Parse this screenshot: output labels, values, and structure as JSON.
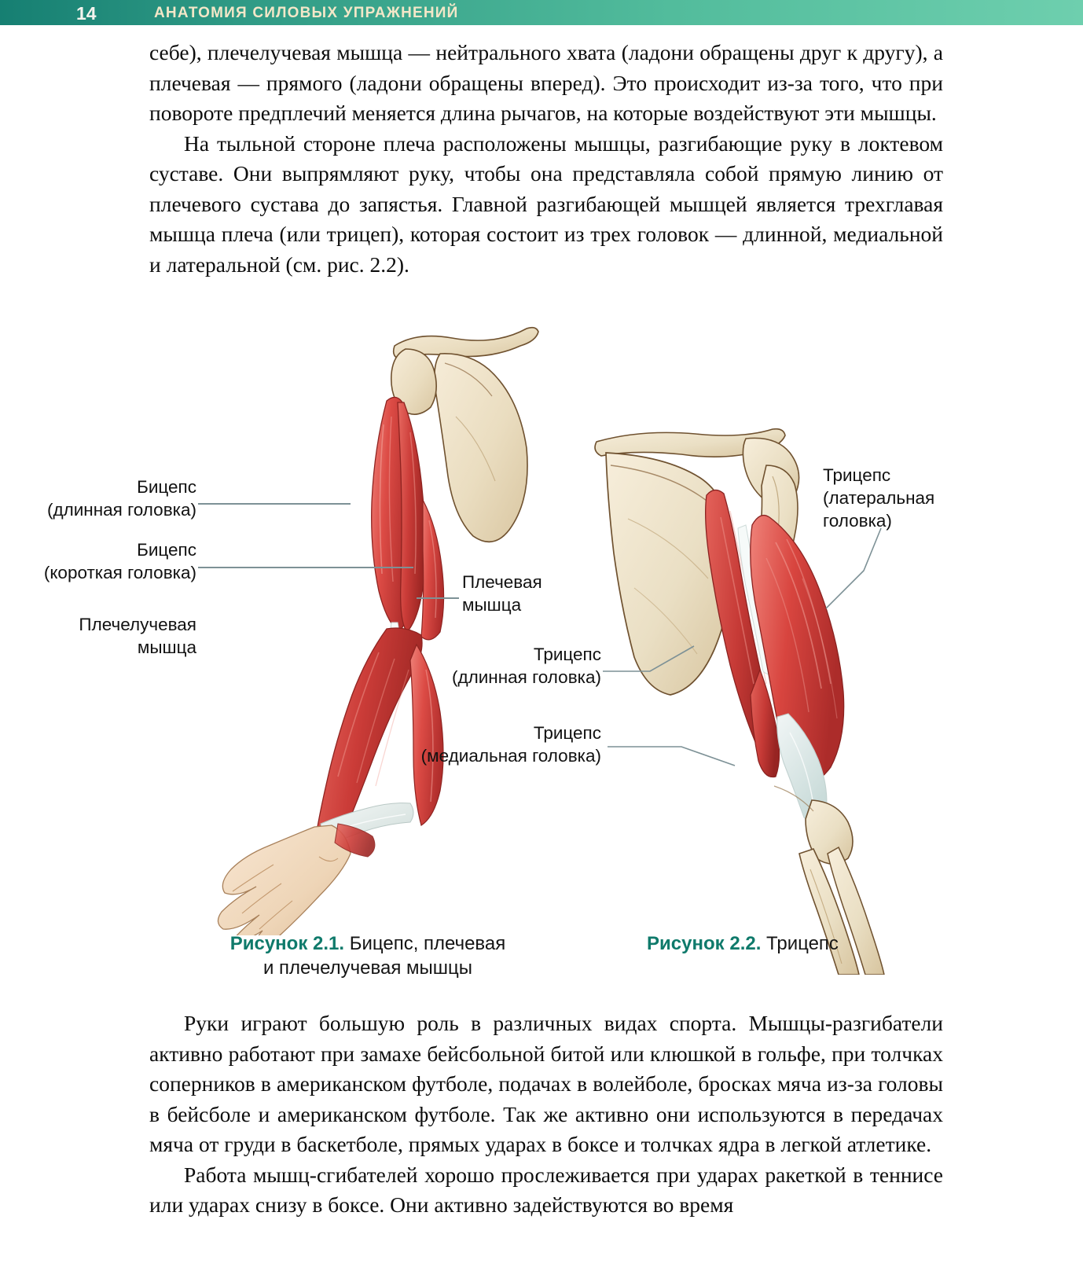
{
  "header": {
    "page_number": "14",
    "title": "АНАТОМИЯ СИЛОВЫХ УПРАЖНЕНИЙ",
    "gradient_from": "#167f72",
    "gradient_to": "#6ecfae",
    "page_number_color": "#f4f4ee",
    "title_color": "#f3e7c8"
  },
  "body": {
    "paragraph_top_1": "себе), плечелучевая мышца — нейтрального хвата (ладони обращены друг к другу), а плечевая — прямого (ладони обращены вперед). Это происходит из-за того, что при повороте предплечий меняется длина рычагов, на которые воздействуют эти мышцы.",
    "paragraph_top_2": "На тыльной стороне плеча расположены мышцы, разгибающие руку в локтевом суставе. Они выпрямляют руку, чтобы она представляла собой прямую линию от плечевого сустава до запястья. Главной разгибающей мышцей является трехглавая мышца плеча (или трицеп), которая состоит из трех головок — длинной, медиальной и латеральной (см. рис. 2.2).",
    "paragraph_bottom_1": "Руки играют большую роль в различных видах спорта. Мышцы-разгибатели активно работают при замахе бейсбольной битой или клюшкой в гольфе, при толчках соперников в американском футболе, подачах в волейболе, бросках мяча из-за головы в бейсболе и американском футболе. Так же активно они используются в передачах мяча от груди в баскетболе, прямых ударах в боксе и толчках ядра в легкой атлетике.",
    "paragraph_bottom_2": "Работа мышц-сгибателей хорошо прослеживается при ударах ракеткой в теннисе или ударах снизу в боксе. Они активно задействуются во время"
  },
  "figure_left": {
    "name": "arm-flexors-illustration",
    "labels": [
      {
        "line1": "Бицепс",
        "line2": "(длинная головка)"
      },
      {
        "line1": "Бицепс",
        "line2": "(короткая головка)"
      },
      {
        "line1": "Плечелучевая",
        "line2": "мышца"
      },
      {
        "line1": "Плечевая",
        "line2": "мышца"
      }
    ],
    "caption_number": "Рисунок 2.1.",
    "caption_text_line1": " Бицепс, плечевая",
    "caption_text_line2": "и плечелучевая мышцы",
    "caption_accent_color": "#0f7a6b"
  },
  "figure_right": {
    "name": "arm-extensors-illustration",
    "labels": [
      {
        "line1": "Трицепс",
        "line2": "(латеральная",
        "line3": "головка)"
      },
      {
        "line1": "Трицепс",
        "line2": "(длинная головка)"
      },
      {
        "line1": "Трицепс",
        "line2": "(медиальная головка)"
      }
    ],
    "caption_number": "Рисунок 2.2.",
    "caption_text_line1": " Трицепс",
    "caption_accent_color": "#0f7a6b"
  }
}
